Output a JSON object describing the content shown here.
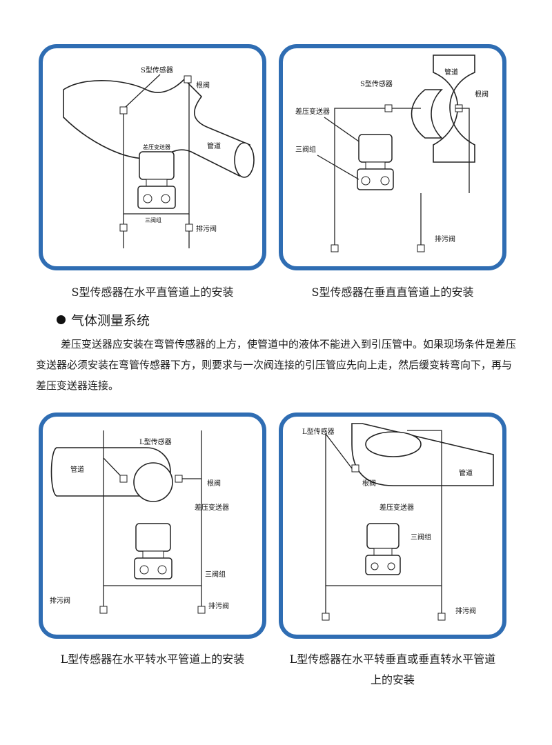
{
  "panels": {
    "p1": {
      "caption": "S型传感器在水平直管道上的安装",
      "sensor": "S型传感器",
      "root_valve": "根阀",
      "pipe": "管道",
      "transmitter": "差压变送器",
      "manifold": "三阀组",
      "drain": "排污阀"
    },
    "p2": {
      "caption": "S型传感器在垂直直管道上的安装",
      "sensor": "S型传感器",
      "root_valve": "根阀",
      "pipe": "管道",
      "transmitter": "差压变送器",
      "manifold": "三阀组",
      "drain": "排污阀"
    },
    "p3": {
      "caption": "L型传感器在水平转水平管道上的安装",
      "sensor": "L型传感器",
      "root_valve": "根阀",
      "pipe": "管道",
      "transmitter": "差压变送器",
      "manifold": "三阀组",
      "drain": "排污阀"
    },
    "p4": {
      "caption_line1": "L型传感器在水平转垂直或垂直转水平管道",
      "caption_line2": "上的安装",
      "sensor": "L型传感器",
      "root_valve": "根阀",
      "pipe": "管道",
      "transmitter": "差压变送器",
      "manifold": "三阀组",
      "drain": "排污阀"
    }
  },
  "section": {
    "title": "气体测量系统",
    "body": "差压变送器应安装在弯管传感器的上方，使管道中的液体不能进入到引压管中。如果现场条件是差压变送器必须安装在弯管传感器下方，则要求与一次阀连接的引压管应先向上走，然后缓变转弯向下，再与差压变送器连接。"
  }
}
